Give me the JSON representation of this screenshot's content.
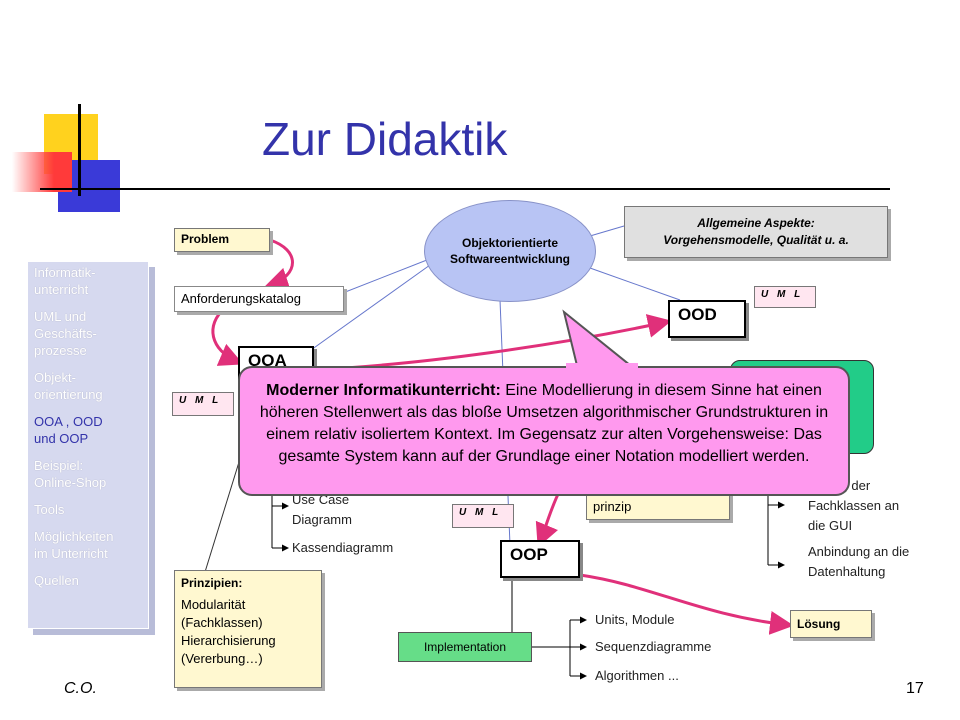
{
  "slide": {
    "title": "Zur Didaktik",
    "footer_left": "C.O.",
    "page_number": "17"
  },
  "nav": {
    "items": [
      {
        "label": "Informatik-\nunterricht",
        "active": false
      },
      {
        "label": "UML und\nGeschäfts-\nprozesse",
        "active": false
      },
      {
        "label": "Objekt-\norientierung",
        "active": false
      },
      {
        "label": "OOA , OOD\nund OOP",
        "active": true
      },
      {
        "label": "Beispiel:\nOnline-Shop",
        "active": false
      },
      {
        "label": "Tools",
        "active": false
      },
      {
        "label": "Möglichkeiten\nim Unterricht",
        "active": false
      },
      {
        "label": "Quellen",
        "active": false
      }
    ]
  },
  "diagram": {
    "problem": "Problem",
    "anforderung": "Anforderungskatalog",
    "oo_dev_line1": "Objektorientierte",
    "oo_dev_line2": "Softwareentwicklung",
    "aspects_line1": "Allgemeine Aspekte:",
    "aspects_line2": "Vorgehensmodelle, Qualität u. a.",
    "uml": "U M L",
    "ood": "OOD",
    "ooa": "OOA",
    "oop": "OOP",
    "use_case": "Use Case\nDiagramm",
    "kassen": "Kassendiagramm",
    "prinzip": "prinzip",
    "anbindung1": "...dung der\nFachklassen an\ndie GUI",
    "anbindung2": "Anbindung an die\nDatenhaltung",
    "loesung": "Lösung",
    "implementation": "Implementation",
    "units": "Units, Module",
    "sequenz": "Sequenzdiagramme",
    "algorithmen": "Algorithmen ...",
    "prinzipien_title": "Prinzipien:",
    "prinzipien_body": "Modularität\n(Fachklassen)\nHierarchisierung\n(Vererbung…)"
  },
  "callout": {
    "bold": "Moderner Informatikunterricht:",
    "text": " Eine Modellierung in diesem Sinne hat einen höheren Stellenwert als das bloße Umsetzen algorithmischer Grundstrukturen in einem relativ isoliertem Kontext. Im Gegensatz zur alten Vorgehensweise: Das gesamte System kann auf der Grundlage einer Notation modelliert werden."
  },
  "colors": {
    "title": "#3333aa",
    "arrow": "#e0307a",
    "callout": "#ff99ee",
    "green": "#22cc88"
  }
}
